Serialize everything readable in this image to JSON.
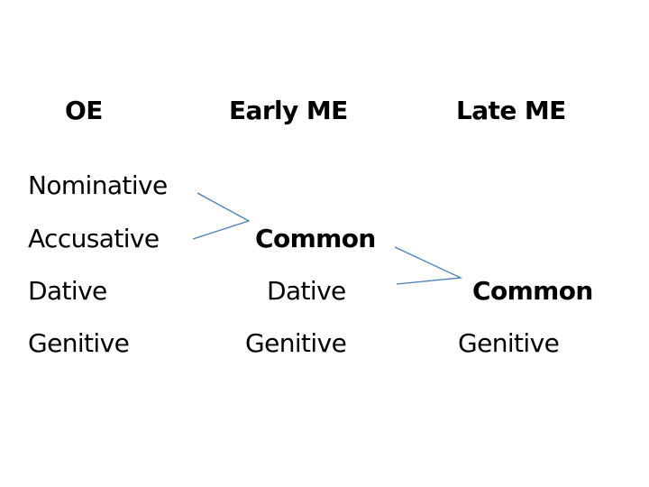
{
  "headers": {
    "oe": "OE",
    "early_me": "Early ME",
    "late_me": "Late ME"
  },
  "oe_column": {
    "nominative": "Nominative",
    "accusative": "Accusative",
    "dative": "Dative",
    "genitive": "Genitive"
  },
  "early_me_column": {
    "common": "Common",
    "dative": "Dative",
    "genitive": "Genitive"
  },
  "late_me_column": {
    "common": "Common",
    "genitive": "Genitive"
  },
  "colors": {
    "text": "#000000",
    "arrow_line": "#4a7ebb",
    "background": "#ffffff"
  }
}
